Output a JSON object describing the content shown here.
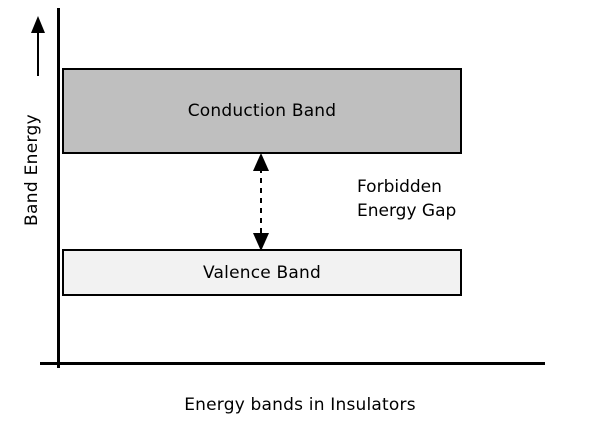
{
  "figure": {
    "caption": "Energy bands in Insulators",
    "axis": {
      "y_label": "Band Energy",
      "y_direction_icon": "up-arrow-icon"
    },
    "bands": [
      {
        "id": "conduction",
        "label": "Conduction Band",
        "fill": "#bfbfbf",
        "stroke": "#000000"
      },
      {
        "id": "valence",
        "label": "Valence Band",
        "fill": "#f2f2f2",
        "stroke": "#000000"
      }
    ],
    "gap": {
      "label_line1": "Forbidden",
      "label_line2": "Energy Gap",
      "arrow_icon": "double-headed-dashed-arrow-icon"
    }
  },
  "chart_data": {
    "type": "diagram",
    "title": "Energy bands in Insulators",
    "xlabel": "",
    "ylabel": "Band Energy",
    "grid": false,
    "legend": null,
    "annotations": [
      "Forbidden Energy Gap"
    ],
    "regions": [
      {
        "name": "Conduction Band",
        "y_from": 0.62,
        "y_to": 0.86,
        "fill": "#bfbfbf"
      },
      {
        "name": "Forbidden Energy Gap",
        "y_from": 0.33,
        "y_to": 0.62,
        "fill": "#ffffff"
      },
      {
        "name": "Valence Band",
        "y_from": 0.2,
        "y_to": 0.33,
        "fill": "#f2f2f2"
      }
    ]
  }
}
